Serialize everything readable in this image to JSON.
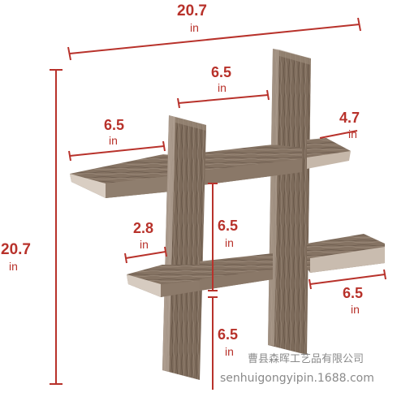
{
  "colors": {
    "accent": "#b8322b",
    "wood_dark": "#6b5a4c",
    "wood_mid": "#8c7a6a",
    "wood_light": "#b9aa9c",
    "watermark": "#8a8a8a"
  },
  "dimensions": {
    "overall_width": {
      "value": "20.7",
      "unit": "in"
    },
    "overall_height": {
      "value": "20.7",
      "unit": "in"
    },
    "top_shelf_width": {
      "value": "6.5",
      "unit": "in"
    },
    "left_shelf_width": {
      "value": "6.5",
      "unit": "in"
    },
    "right_shelf_depth": {
      "value": "4.7",
      "unit": "in"
    },
    "small_gap": {
      "value": "2.8",
      "unit": "in"
    },
    "middle_height": {
      "value": "6.5",
      "unit": "in"
    },
    "right_bottom_width": {
      "value": "6.5",
      "unit": "in"
    },
    "bottom_leg_height": {
      "value": "6.5",
      "unit": "in"
    }
  },
  "watermark": {
    "company": "曹县森晖工艺品有限公司",
    "url": "senhuigongyipin.1688.com"
  }
}
